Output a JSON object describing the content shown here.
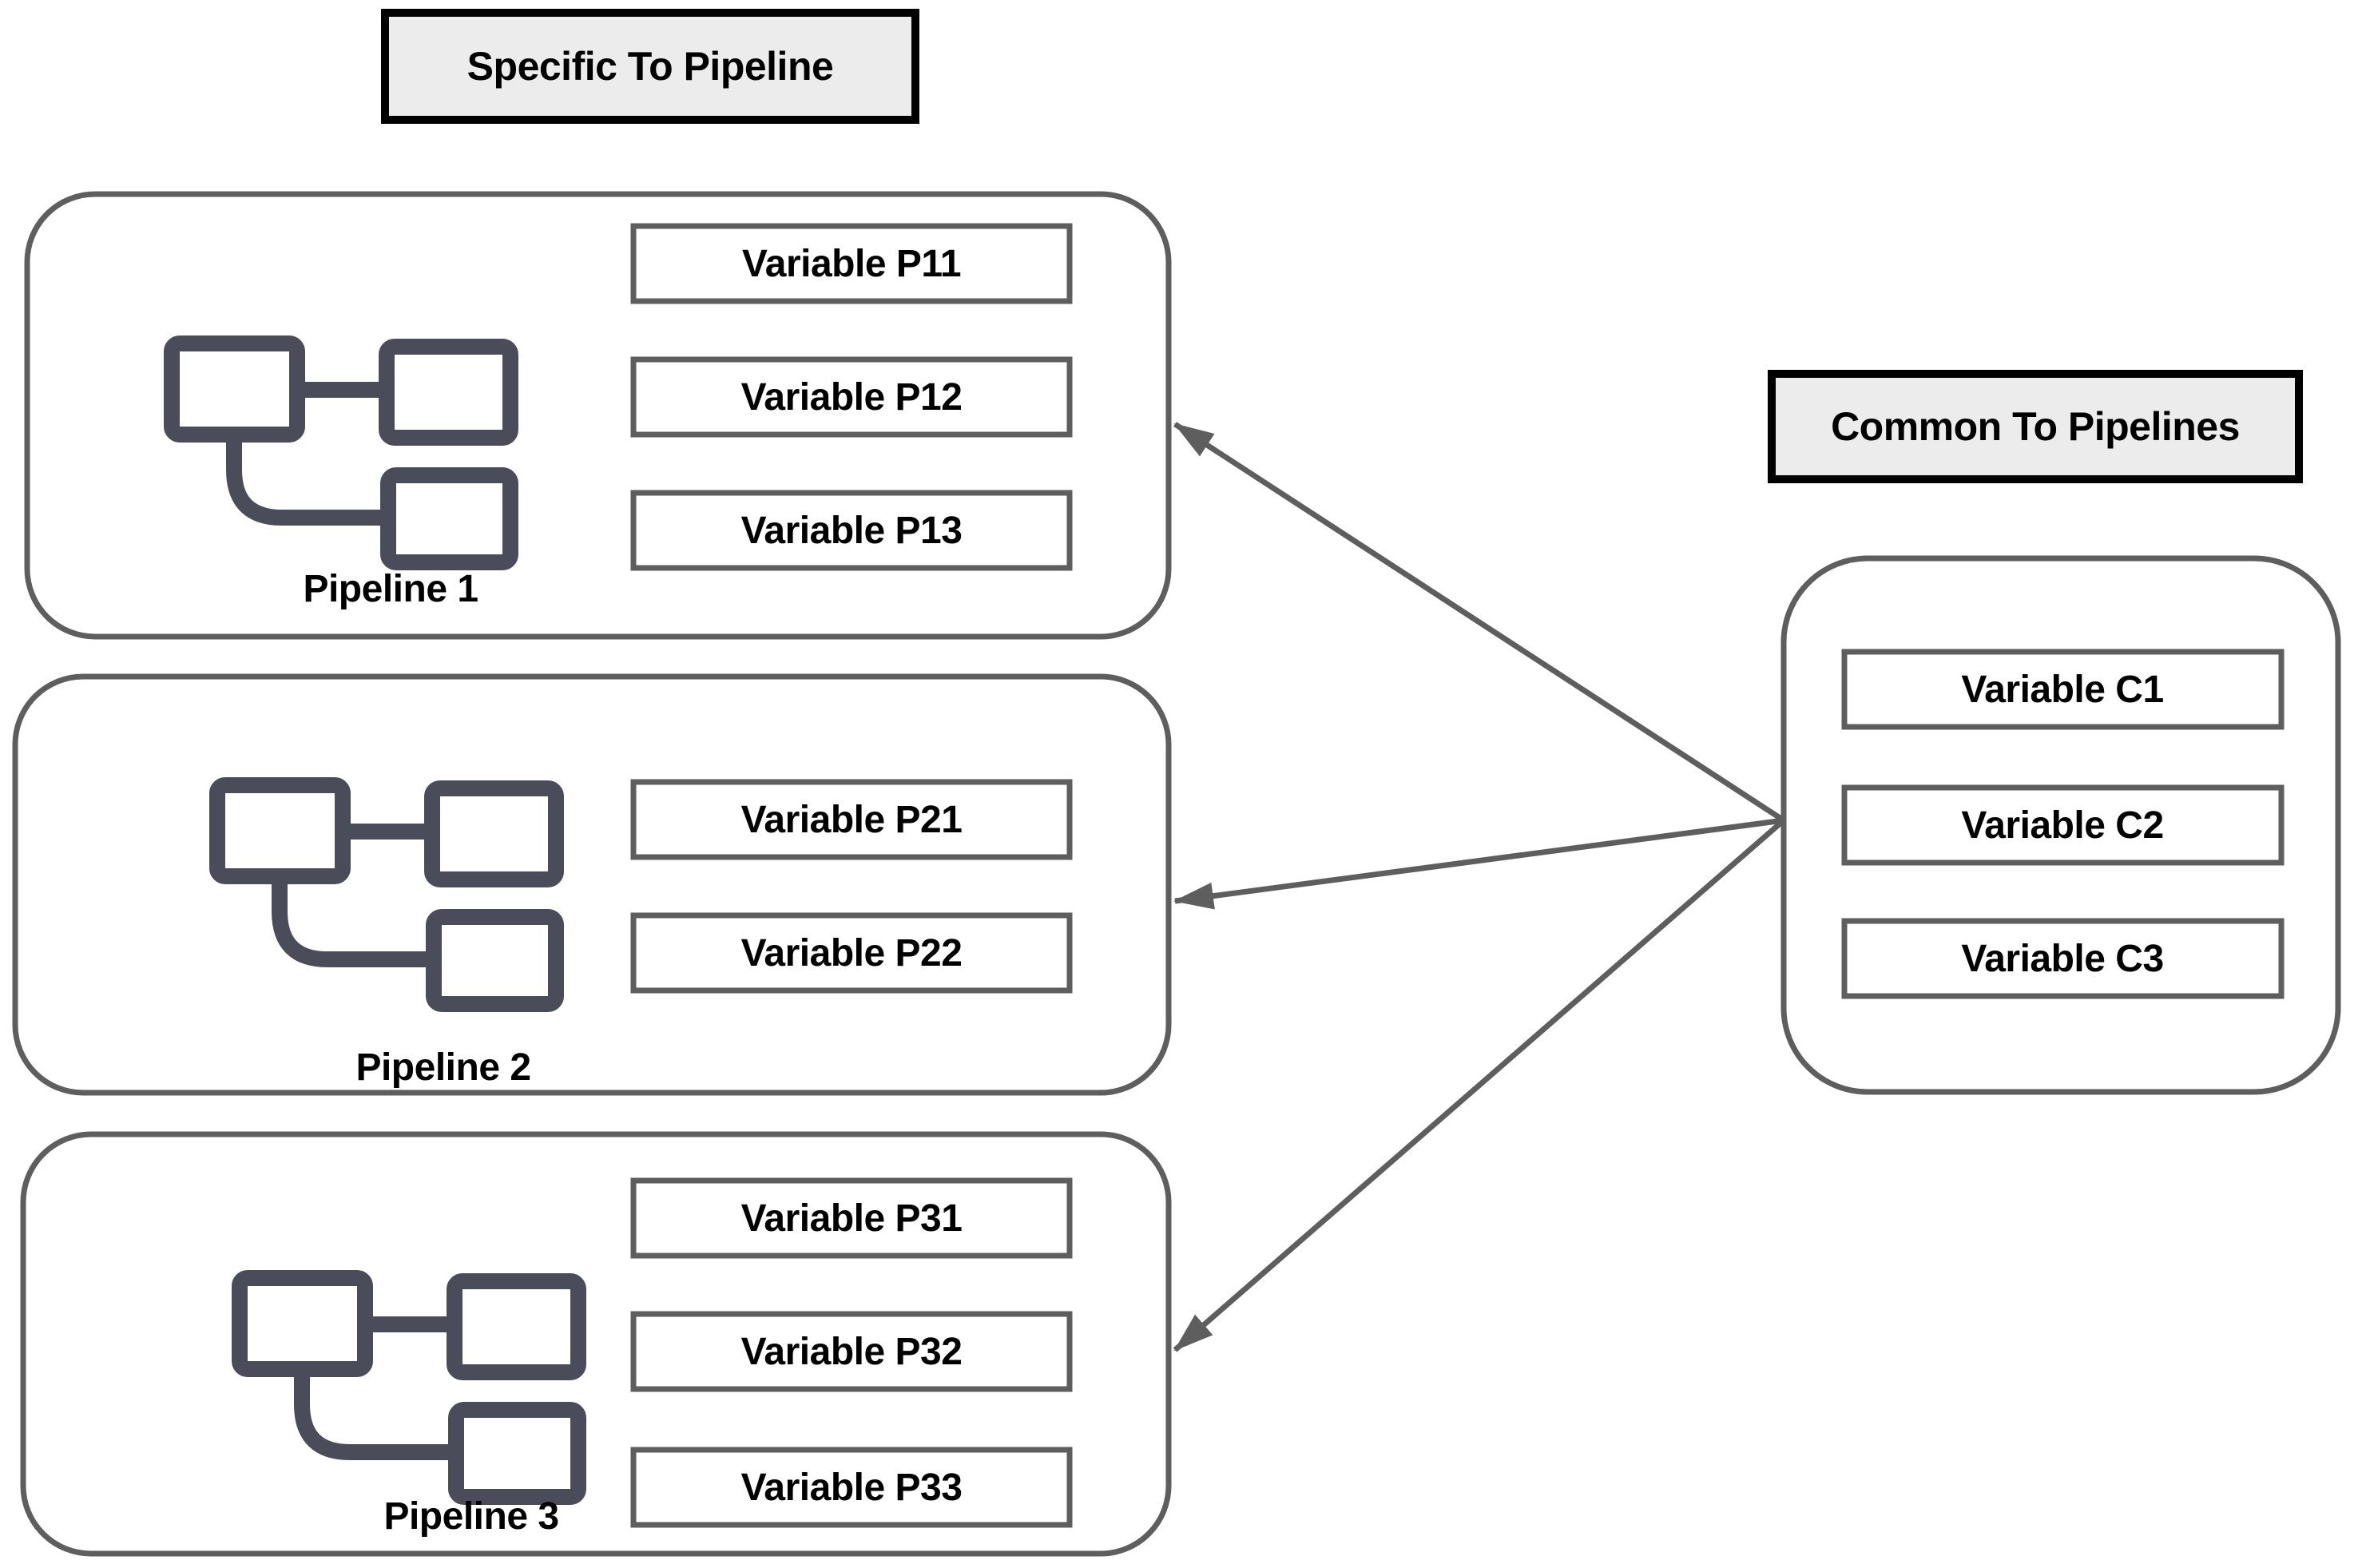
{
  "diagram": {
    "titles": {
      "specific": "Specific To Pipeline",
      "common": "Common To Pipelines"
    },
    "pipelines": [
      {
        "label": "Pipeline 1",
        "variables": [
          "Variable P11",
          "Variable P12",
          "Variable P13"
        ]
      },
      {
        "label": "Pipeline 2",
        "variables": [
          "Variable P21",
          "Variable P22"
        ]
      },
      {
        "label": "Pipeline 3",
        "variables": [
          "Variable P31",
          "Variable P32",
          "Variable P33"
        ]
      }
    ],
    "common_group": {
      "variables": [
        "Variable C1",
        "Variable C2",
        "Variable C3"
      ]
    },
    "arrows": [
      {
        "from": "common-group",
        "to": "pipeline-1"
      },
      {
        "from": "common-group",
        "to": "pipeline-2"
      },
      {
        "from": "common-group",
        "to": "pipeline-3"
      }
    ],
    "icons": {
      "pipeline_icon": "flowchart-boxes-icon"
    },
    "colors": {
      "background": "#ffffff",
      "container_border": "#5e5e5e",
      "variable_box_border": "#5e5e5e",
      "title_box_border": "#000000",
      "title_box_fill": "#ececec",
      "icon_stroke": "#4a4c59",
      "arrow": "#5e5e5e",
      "text": "#000000"
    }
  }
}
